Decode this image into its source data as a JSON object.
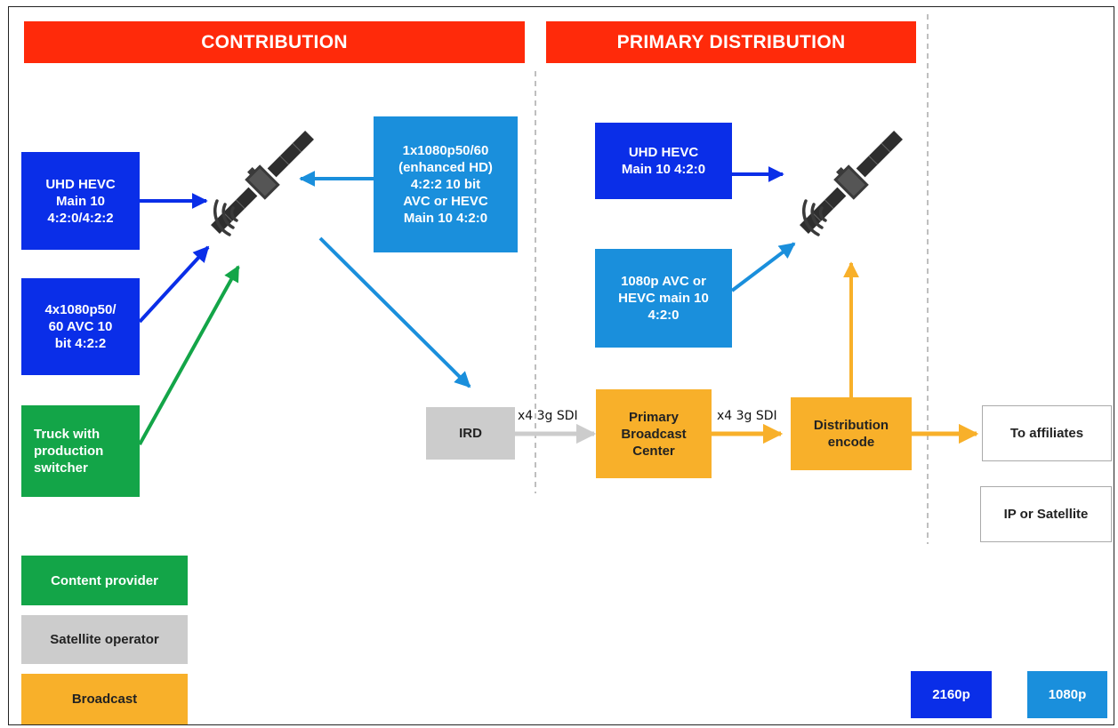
{
  "headers": {
    "contribution": "CONTRIBUTION",
    "primary_distribution": "PRIMARY DISTRIBUTION"
  },
  "sources": {
    "uhd_hevc_contrib": "UHD HEVC\nMain 10\n4:2:0/4:2:2",
    "quad_1080p": "4x1080p50/\n60 AVC 10\nbit 4:2:2",
    "truck": "Truck with\nproduction\nswitcher",
    "enhanced_hd": "1x1080p50/60\n(enhanced HD)\n4:2:2 10 bit\nAVC or HEVC\nMain 10 4:2:0"
  },
  "distribution": {
    "uhd_hevc_dist": "UHD HEVC\nMain 10 4:2:0",
    "hd_1080p": "1080p AVC  or\nHEVC main 10\n4:2:0"
  },
  "chain": {
    "ird": "IRD",
    "primary_center": "Primary\nBroadcast\nCenter",
    "distribution_encode": "Distribution\nencode",
    "link1": "x4 3g SDI",
    "link2": "x4 3g SDI"
  },
  "outputs": {
    "affiliates": "To affiliates",
    "ip_satellite": "IP or Satellite"
  },
  "legend": {
    "content_provider": "Content provider",
    "satellite_operator": "Satellite operator",
    "broadcast": "Broadcast"
  },
  "resolution_legend": {
    "uhd": "2160p",
    "hd": "1080p"
  },
  "colors": {
    "header_red": "#ff2a0a",
    "uhd_blue": "#0a2ee8",
    "hd_blue": "#1a8fdc",
    "content_provider_green": "#13a548",
    "satellite_operator_gray": "#cccccc",
    "broadcast_orange": "#f8b02a"
  },
  "icons": [
    "satellite-icon",
    "satellite-icon"
  ]
}
